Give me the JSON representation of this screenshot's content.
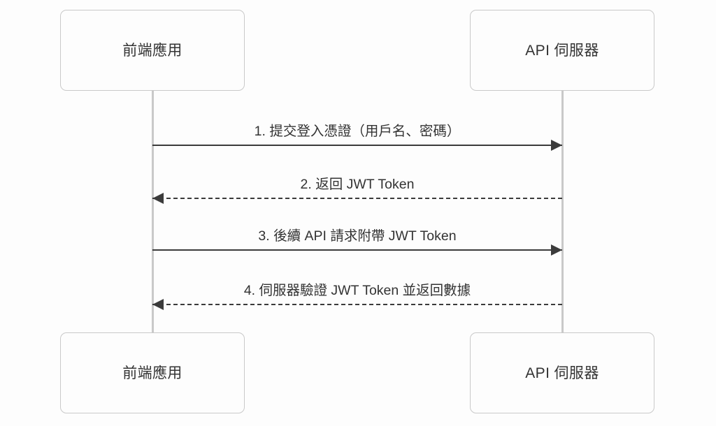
{
  "diagram": {
    "type": "sequence-diagram",
    "background_color": "#fdfdfd",
    "line_color": "#3b3b3b",
    "lifeline_color": "#c9c9c9",
    "text_color": "#333333",
    "participants": [
      {
        "id": "frontend",
        "label": "前端應用"
      },
      {
        "id": "api",
        "label": "API 伺服器"
      }
    ],
    "messages": [
      {
        "index": 1,
        "label": "1. 提交登入憑證（用戶名、密碼）",
        "from": "frontend",
        "to": "api",
        "direction": "right",
        "style": "solid"
      },
      {
        "index": 2,
        "label": "2. 返回 JWT Token",
        "from": "api",
        "to": "frontend",
        "direction": "left",
        "style": "dashed"
      },
      {
        "index": 3,
        "label": "3. 後續 API 請求附帶 JWT Token",
        "from": "frontend",
        "to": "api",
        "direction": "right",
        "style": "solid"
      },
      {
        "index": 4,
        "label": "4. 伺服器驗證 JWT Token 並返回數據",
        "from": "api",
        "to": "frontend",
        "direction": "left",
        "style": "dashed"
      }
    ]
  }
}
